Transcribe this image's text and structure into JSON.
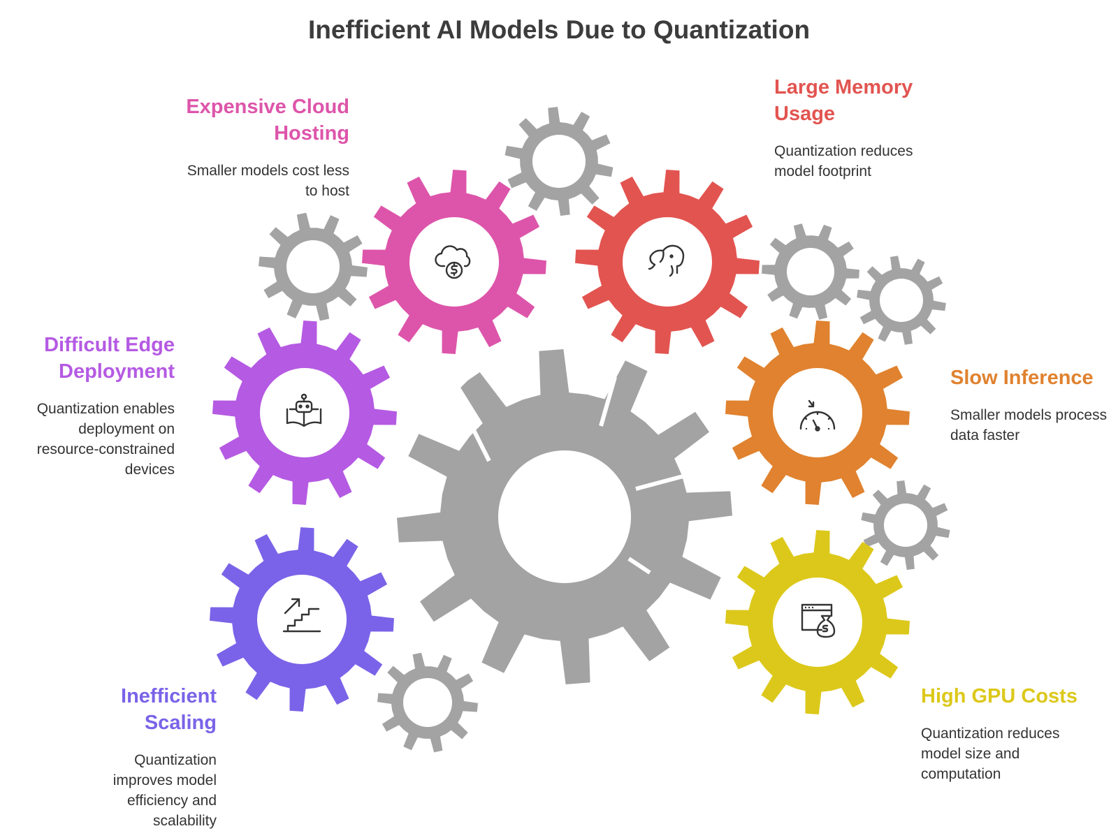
{
  "title": "Inefficient AI Models Due to Quantization",
  "colors": {
    "gray": "#a3a3a3",
    "pink": "#dd55aa",
    "red": "#e25450",
    "purple": "#b55ae3",
    "orange": "#e0822f",
    "violet": "#7a63e8",
    "yellow": "#dcc81a"
  },
  "items": [
    {
      "heading": "Expensive Cloud Hosting",
      "description": "Smaller models cost less to host",
      "icon": "cloud-dollar-icon",
      "color": "#dd55aa"
    },
    {
      "heading": "Large Memory Usage",
      "description": "Quantization reduces model footprint",
      "icon": "elephant-icon",
      "color": "#e25450"
    },
    {
      "heading": "Difficult Edge Deployment",
      "description": "Quantization enables deployment on resource-constrained devices",
      "icon": "robot-book-icon",
      "color": "#b55ae3"
    },
    {
      "heading": "Slow Inference",
      "description": "Smaller models process data faster",
      "icon": "speedometer-icon",
      "color": "#e0822f"
    },
    {
      "heading": "Inefficient Scaling",
      "description": "Quantization improves model efficiency and scalability",
      "icon": "stairs-arrow-icon",
      "color": "#7a63e8"
    },
    {
      "heading": "High GPU Costs",
      "description": "Quantization reduces model size and computation",
      "icon": "browser-money-icon",
      "color": "#dcc81a"
    }
  ]
}
